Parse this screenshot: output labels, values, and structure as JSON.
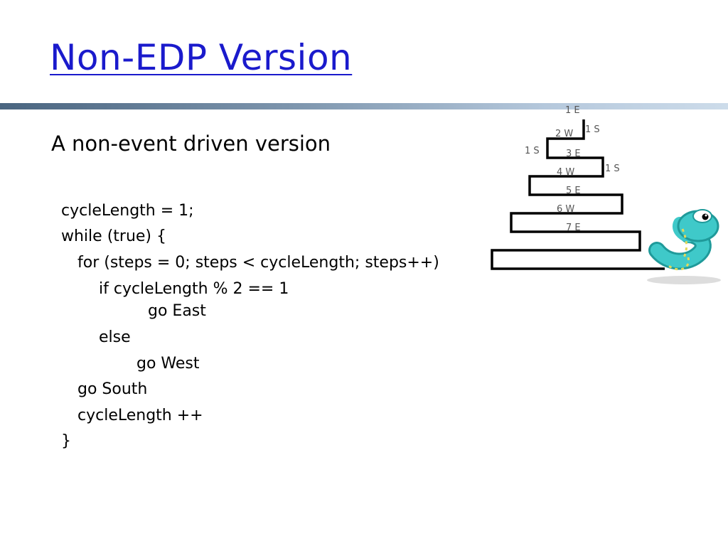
{
  "slide": {
    "title": "Non-EDP Version",
    "subtitle": "A non-event driven version"
  },
  "code": {
    "lines": [
      "cycleLength = 1;",
      "while (true) {",
      "for (steps = 0; steps < cycleLength; steps++)",
      "if cycleLength % 2 == 1",
      "go East",
      "else",
      "go West",
      "go South",
      "cycleLength ++",
      "}"
    ]
  },
  "diagram": {
    "labels": [
      "1 E",
      "2 W",
      "1 S",
      "1 S",
      "3 E",
      "4 W",
      "1 S",
      "5 E",
      "6 W",
      "7 E"
    ],
    "mascot_icon": "snake-icon",
    "colors": {
      "path": "#000000",
      "label": "#555555",
      "snake": "#3fc9c9"
    }
  }
}
